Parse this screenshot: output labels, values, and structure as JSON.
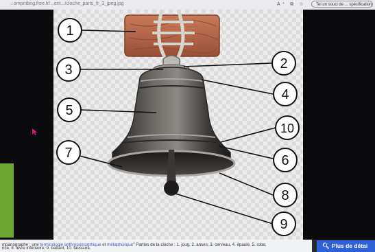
{
  "browser": {
    "url": "...ompmbng.free.fr/...ent.../cloche_parts_fr_3_jpeg.jpg",
    "search_placeholder": "Tel un souci de ... spécifications"
  },
  "diagram": {
    "labels": [
      "1",
      "2",
      "3",
      "4",
      "5",
      "6",
      "7",
      "8",
      "9",
      "10"
    ],
    "colors": {
      "yoke": "#b5654a",
      "bell_dark": "#3a3836",
      "bell_light": "#8a8682",
      "rope": "#d8d6cc"
    }
  },
  "caption": {
    "prefix": "mpanographe : une",
    "link1": "terminologie anthropomorphique",
    "mid": "et",
    "link2": "métaphorique",
    "sup": "1",
    "line1_rest": "Parties de la cloche : 1. joug, 2. anses, 3. cerveau, 4. épaule, 5. robe,",
    "line2": "nce, 8. lèvre inférieure, 9. battant, 10. faussure."
  },
  "more_button": {
    "label": "Plus de détai",
    "icon": "magnifier-icon"
  }
}
